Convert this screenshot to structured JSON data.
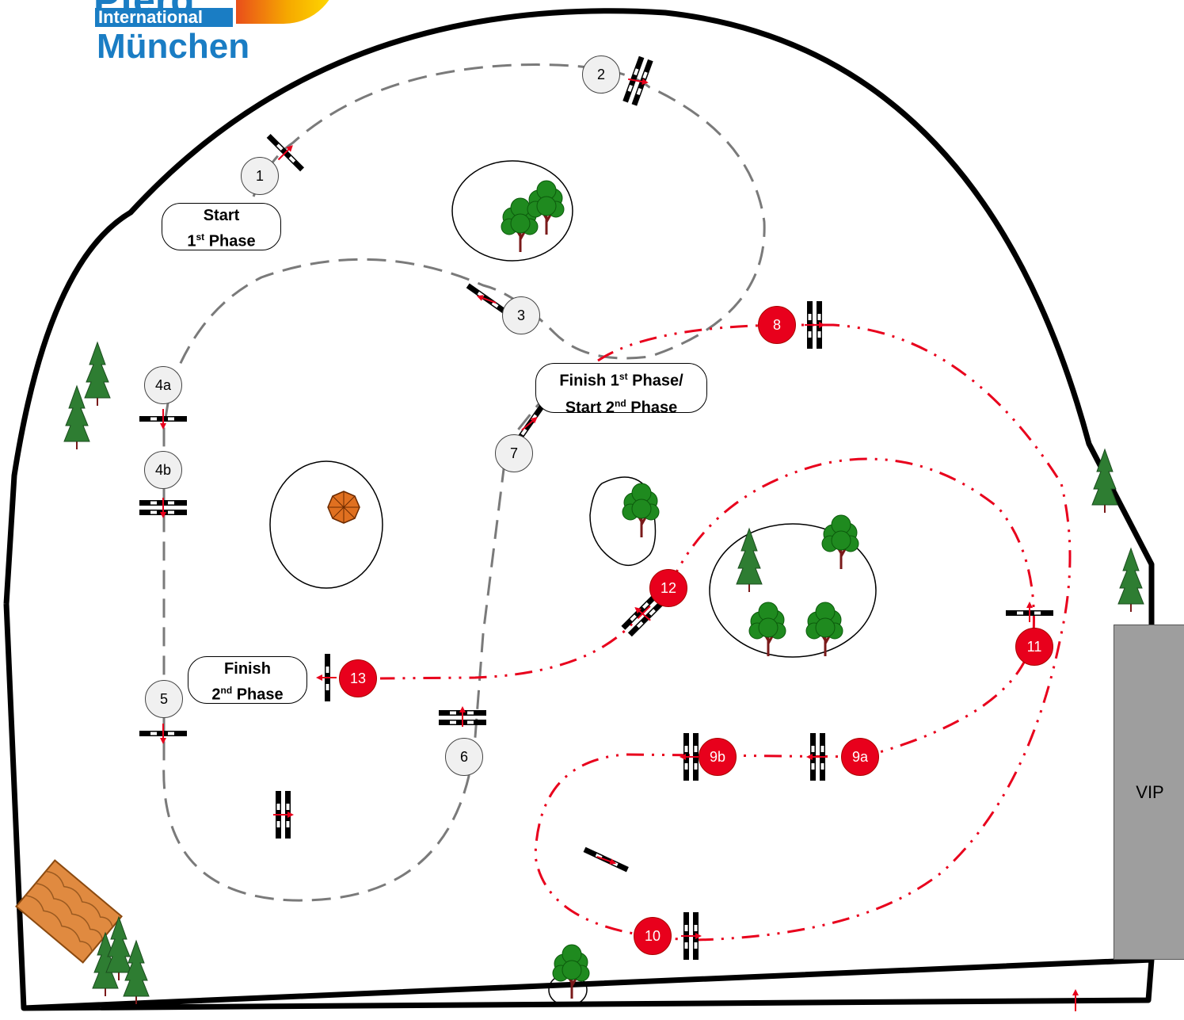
{
  "logo": {
    "top_text": "Pferd",
    "band_text": "International",
    "city_text": "München"
  },
  "vip_label": "VIP",
  "labels": {
    "start_1": "Start",
    "start_1_sub": "1",
    "start_1_sup": "st",
    "start_1_tail": " Phase",
    "finish_start_line1_a": "Finish 1",
    "finish_start_line1_sup": "st",
    "finish_start_line1_b": " Phase/",
    "finish_start_line2_a": "Start 2",
    "finish_start_line2_sup": "nd",
    "finish_start_line2_b": " Phase",
    "finish_2": "Finish",
    "finish_2_sub": "2",
    "finish_2_sup": "nd",
    "finish_2_tail": " Phase"
  },
  "obstacles": {
    "phase1": [
      "1",
      "2",
      "3",
      "4a",
      "4b",
      "5",
      "6",
      "7"
    ],
    "phase2": [
      "8",
      "9a",
      "9b",
      "10",
      "11",
      "12",
      "13"
    ]
  },
  "colors": {
    "phase1_route": "#808080",
    "phase2_route": "#e8001c",
    "phase1_marker": "#f0f0f0",
    "phase2_marker": "#e8001c",
    "tree_green": "#1f8a1f",
    "trunk": "#7a1a1a",
    "vip": "#9e9e9e"
  }
}
